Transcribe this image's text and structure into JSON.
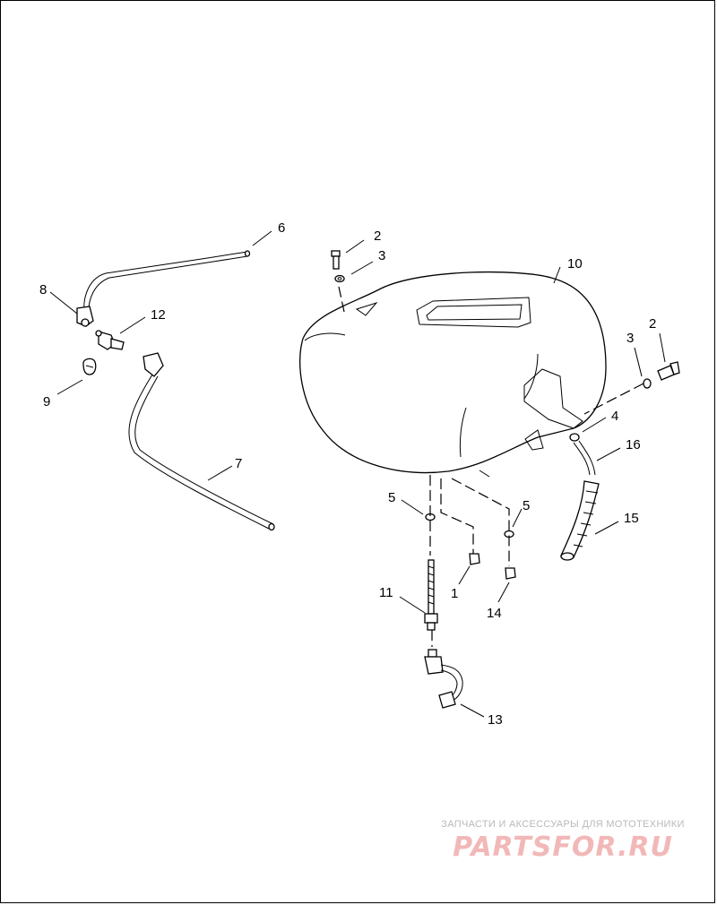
{
  "diagram": {
    "callouts": [
      "1",
      "2",
      "2",
      "3",
      "3",
      "4",
      "5",
      "5",
      "6",
      "7",
      "8",
      "9",
      "10",
      "11",
      "12",
      "13",
      "14",
      "15",
      "16"
    ]
  },
  "watermark": {
    "tagline": "ЗАПЧАСТИ И АКСЕССУАРЫ ДЛЯ МОТОТЕХНИКИ",
    "logo": "PARTSFOR.RU"
  }
}
